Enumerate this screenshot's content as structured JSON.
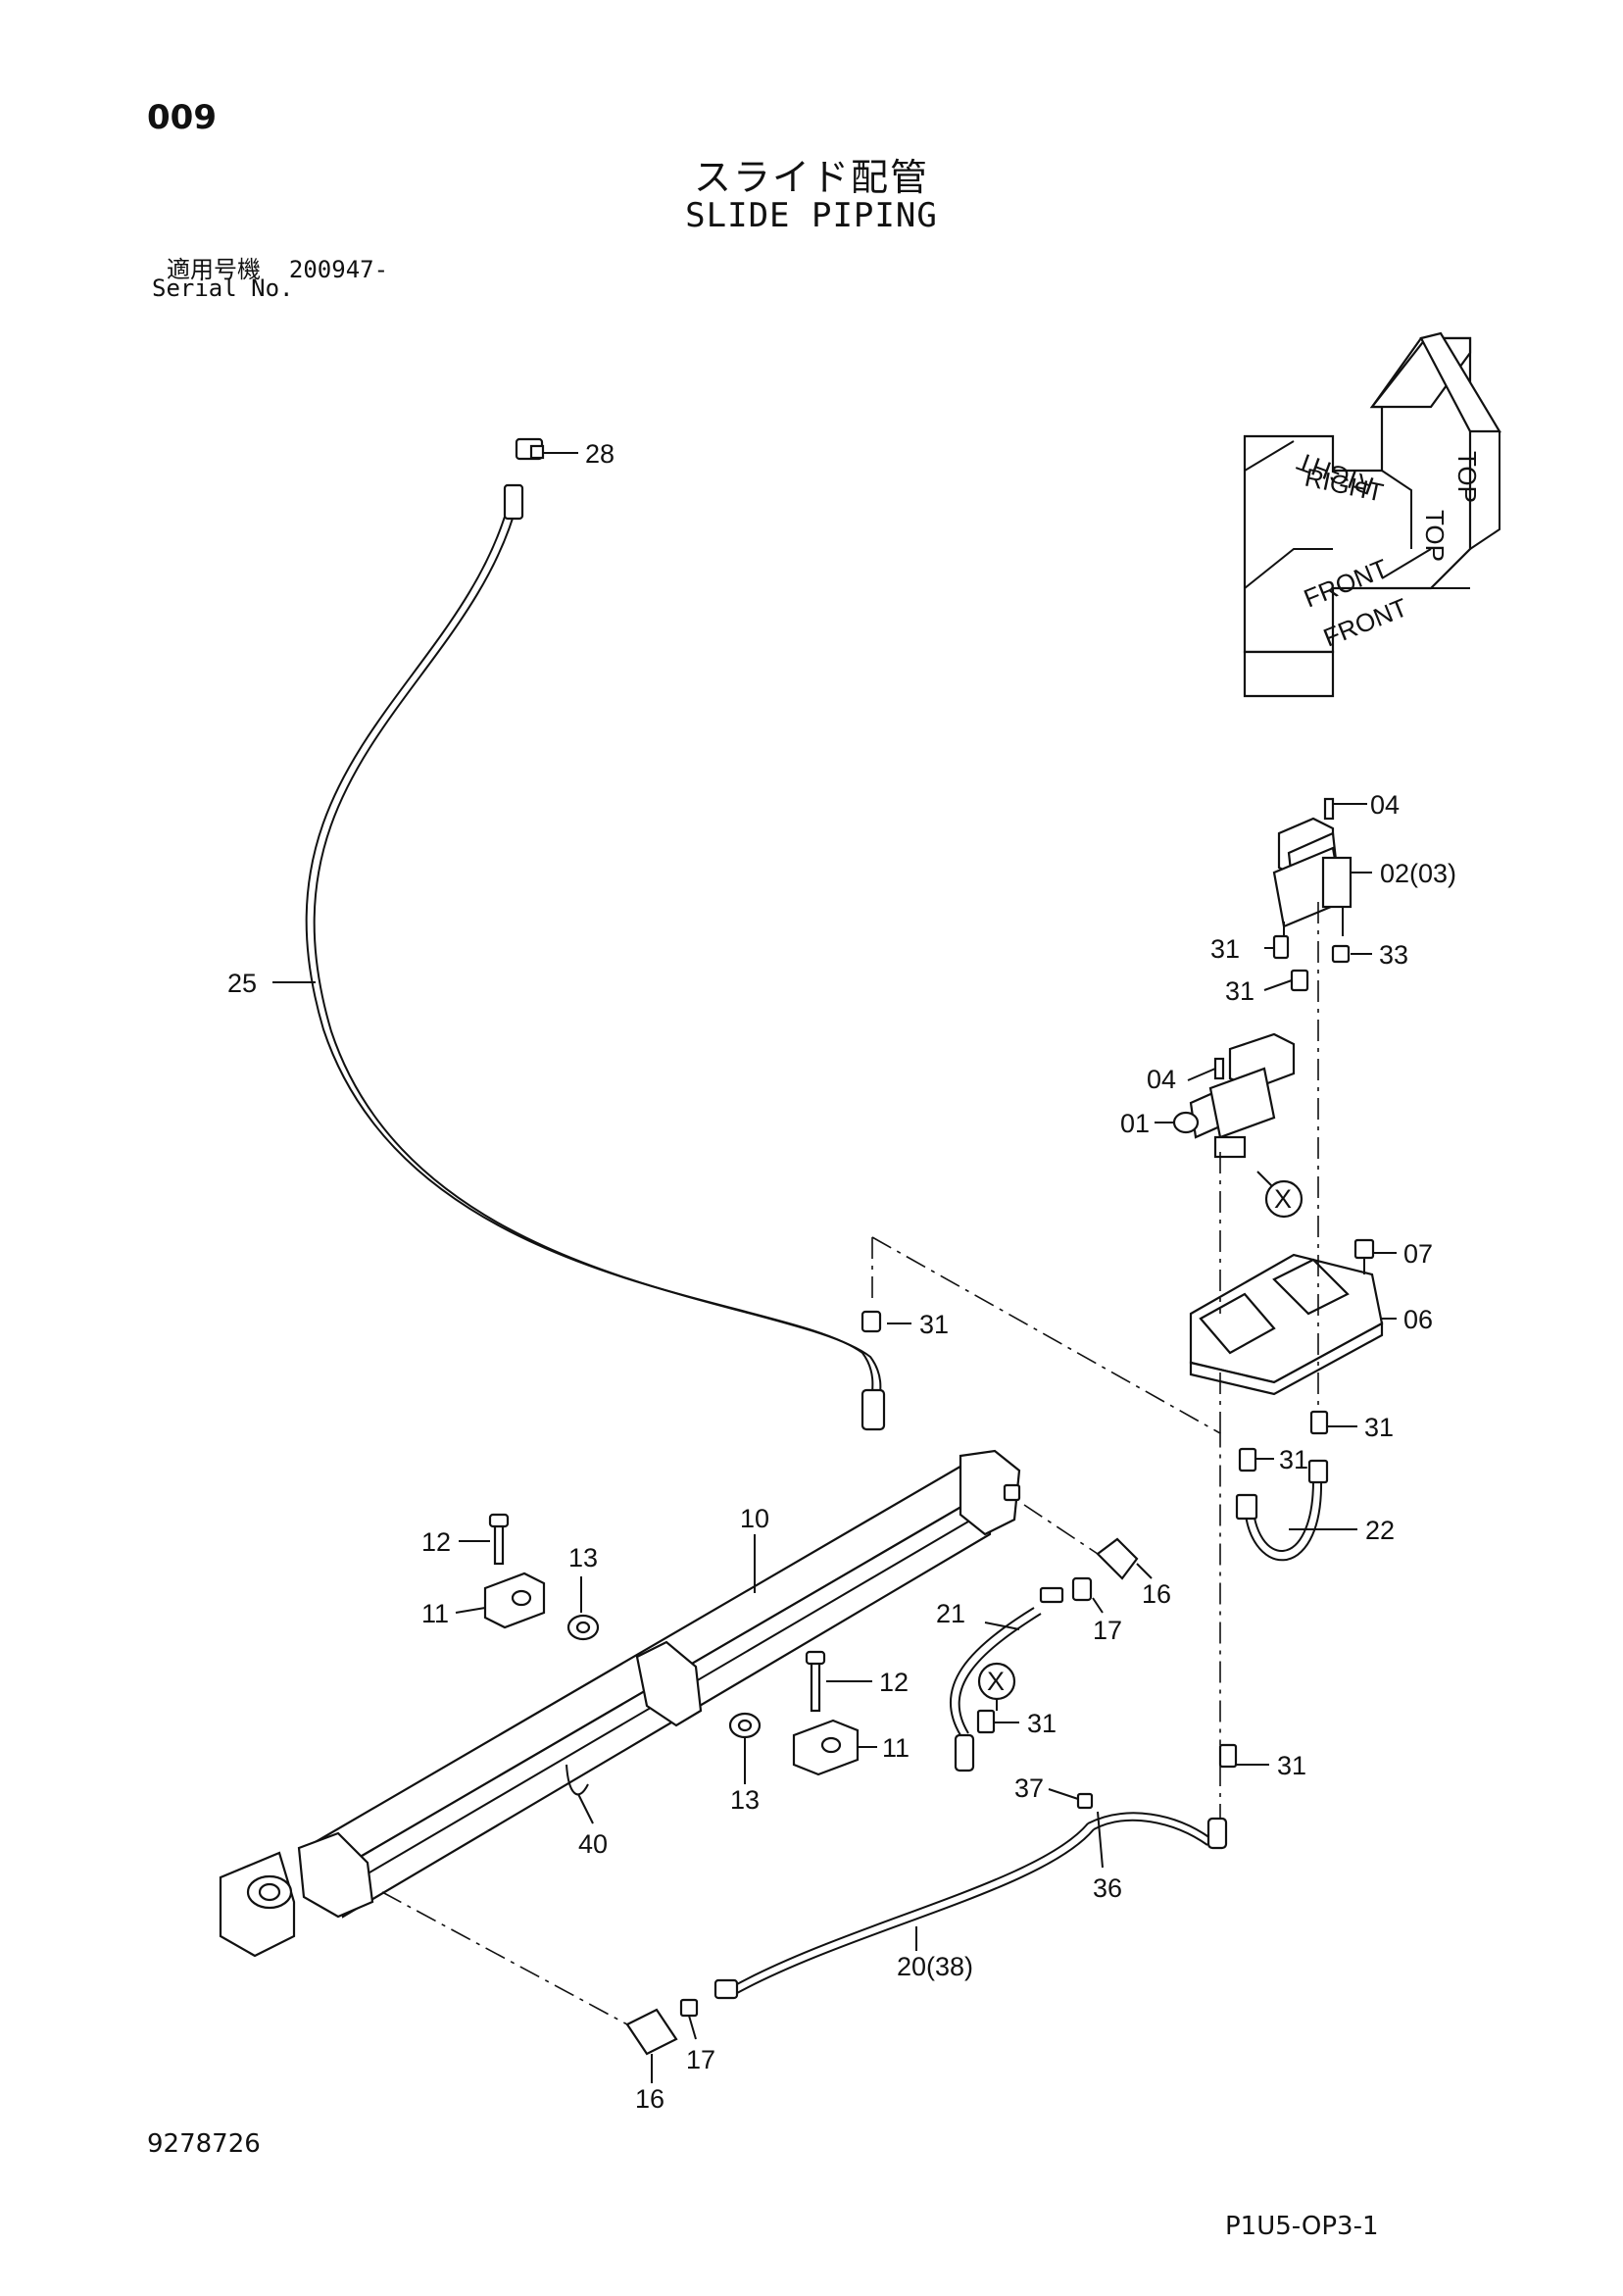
{
  "header": {
    "page_number": "009",
    "title_jp": "スライド配管",
    "title_en": "SLIDE PIPING",
    "applicable_label_jp": "適用号機",
    "serial_from": "200947-",
    "serial_label_en": "Serial No."
  },
  "footer": {
    "doc_number": "9278726",
    "page_code": "P1U5-OP3-1"
  },
  "orientation": {
    "top_a": "TOP",
    "top_b": "TOP",
    "right_a": "RIGHT",
    "right_b": "RIGHT",
    "front_a": "FRONT",
    "front_b": "FRONT"
  },
  "callouts": {
    "c28": "28",
    "c25": "25",
    "c04a": "04",
    "c02": "02(03)",
    "c31a": "31",
    "c33": "33",
    "c31b": "31",
    "c04b": "04",
    "c01": "01",
    "cXa": "X",
    "c07": "07",
    "c06": "06",
    "c31c": "31",
    "c31d": "31",
    "c31e": "31",
    "c22": "22",
    "c12a": "12",
    "c13a": "13",
    "c10": "10",
    "c11a": "11",
    "c16a": "16",
    "c21": "21",
    "c17a": "17",
    "c12b": "12",
    "cXb": "X",
    "c31f": "31",
    "c11b": "11",
    "c13b": "13",
    "c40": "40",
    "c31g": "31",
    "c37": "37",
    "c36": "36",
    "c20": "20(38)",
    "c16b": "16",
    "c17b": "17"
  }
}
